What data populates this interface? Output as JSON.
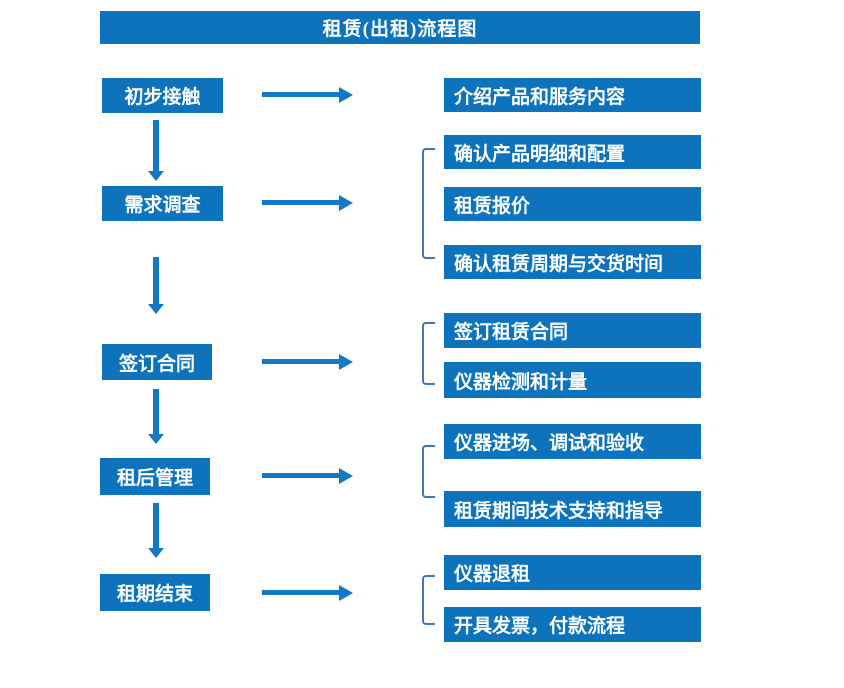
{
  "title": "租赁(出租)流程图",
  "colors": {
    "box_blue": "#0d73bc",
    "arrow_blue": "#1478c8",
    "bracket_blue": "#4476b0",
    "text_white": "#ffffff"
  },
  "stages": [
    {
      "label": "初步接触",
      "details": [
        "介绍产品和服务内容"
      ]
    },
    {
      "label": "需求调查",
      "details": [
        "确认产品明细和配置",
        "租赁报价",
        "确认租赁周期与交货时间"
      ]
    },
    {
      "label": "签订合同",
      "details": [
        "签订租赁合同",
        "仪器检测和计量"
      ]
    },
    {
      "label": "租后管理",
      "details": [
        "仪器进场、调试和验收",
        "租赁期间技术支持和指导"
      ]
    },
    {
      "label": "租期结束",
      "details": [
        "仪器退租",
        "开具发票，付款流程"
      ]
    }
  ]
}
